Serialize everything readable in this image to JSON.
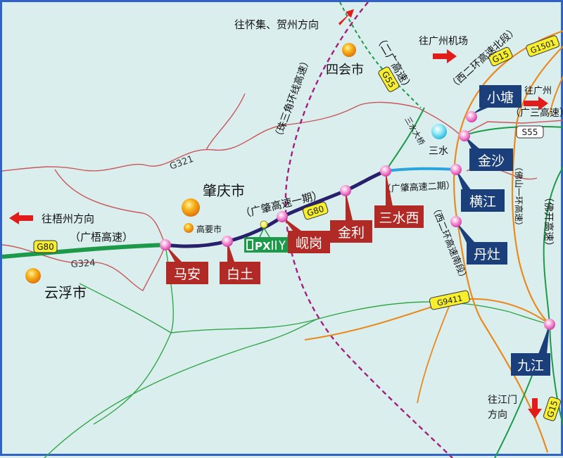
{
  "directions": {
    "huaiji": "往怀集、贺州方向",
    "wuzhou": "往梧州方向",
    "airport": "往广州机场",
    "guangzhou": "往广州",
    "jiangmen_1": "往江门",
    "jiangmen_2": "方向"
  },
  "cities": {
    "zhaoqing": "肇庆市",
    "sihui": "四会市",
    "yunfu": "云浮市",
    "gaoyao": "高要市",
    "sanshui": "三水"
  },
  "highways": {
    "guangwu": "（广梧高速）",
    "guangzhao_1": "（广肇高速一期）",
    "guangzhao_2": "（广肇高速二期）",
    "erguang": "（二广高速）",
    "zhusanjiao": "（珠三角环线高速）",
    "xi_er_huan_bei": "（西二环高速北段）",
    "xi_er_huan_nan": "（西二环高速南段）",
    "guangsan": "（广三高速）",
    "fo_yi_huan": "（佛山一环高速）",
    "fokai": "（佛开高速）",
    "sanshui_bridge": "三水大桥"
  },
  "shields": {
    "g80_west": "G80",
    "g80_mid": "G80",
    "g55": "G55",
    "g15_top": "G15",
    "g1501": "G1501",
    "s55": "S55",
    "g9411": "G9411",
    "g15_bottom": "G15",
    "g321": "G321",
    "g324": "G324"
  },
  "interchanges": {
    "maan": "马安",
    "baitu": "白土",
    "xiangang": "岘岗",
    "jinli": "金利",
    "sanshuixi": "三水西",
    "hengjiang": "横江",
    "danzao": "丹灶",
    "jinsha": "金沙",
    "xiaotang": "小塘",
    "jiujiang": "九江"
  },
  "service_area": {
    "label": "PX"
  },
  "colors": {
    "background": "#dbeeee",
    "border": "#2f63c8",
    "expressway_green": "#1c9a4a",
    "expressway_navy": "#28206a",
    "expressway_light_blue": "#2aa3de",
    "orange_route": "#e88a1e",
    "red_route": "#c8575a",
    "ring_dashed": "#a0217e",
    "label_red": "#b22a25",
    "label_navy": "#1a3f7a",
    "shield_yellow": "#f7ee2e",
    "arrow_red": "#e21b1b"
  }
}
